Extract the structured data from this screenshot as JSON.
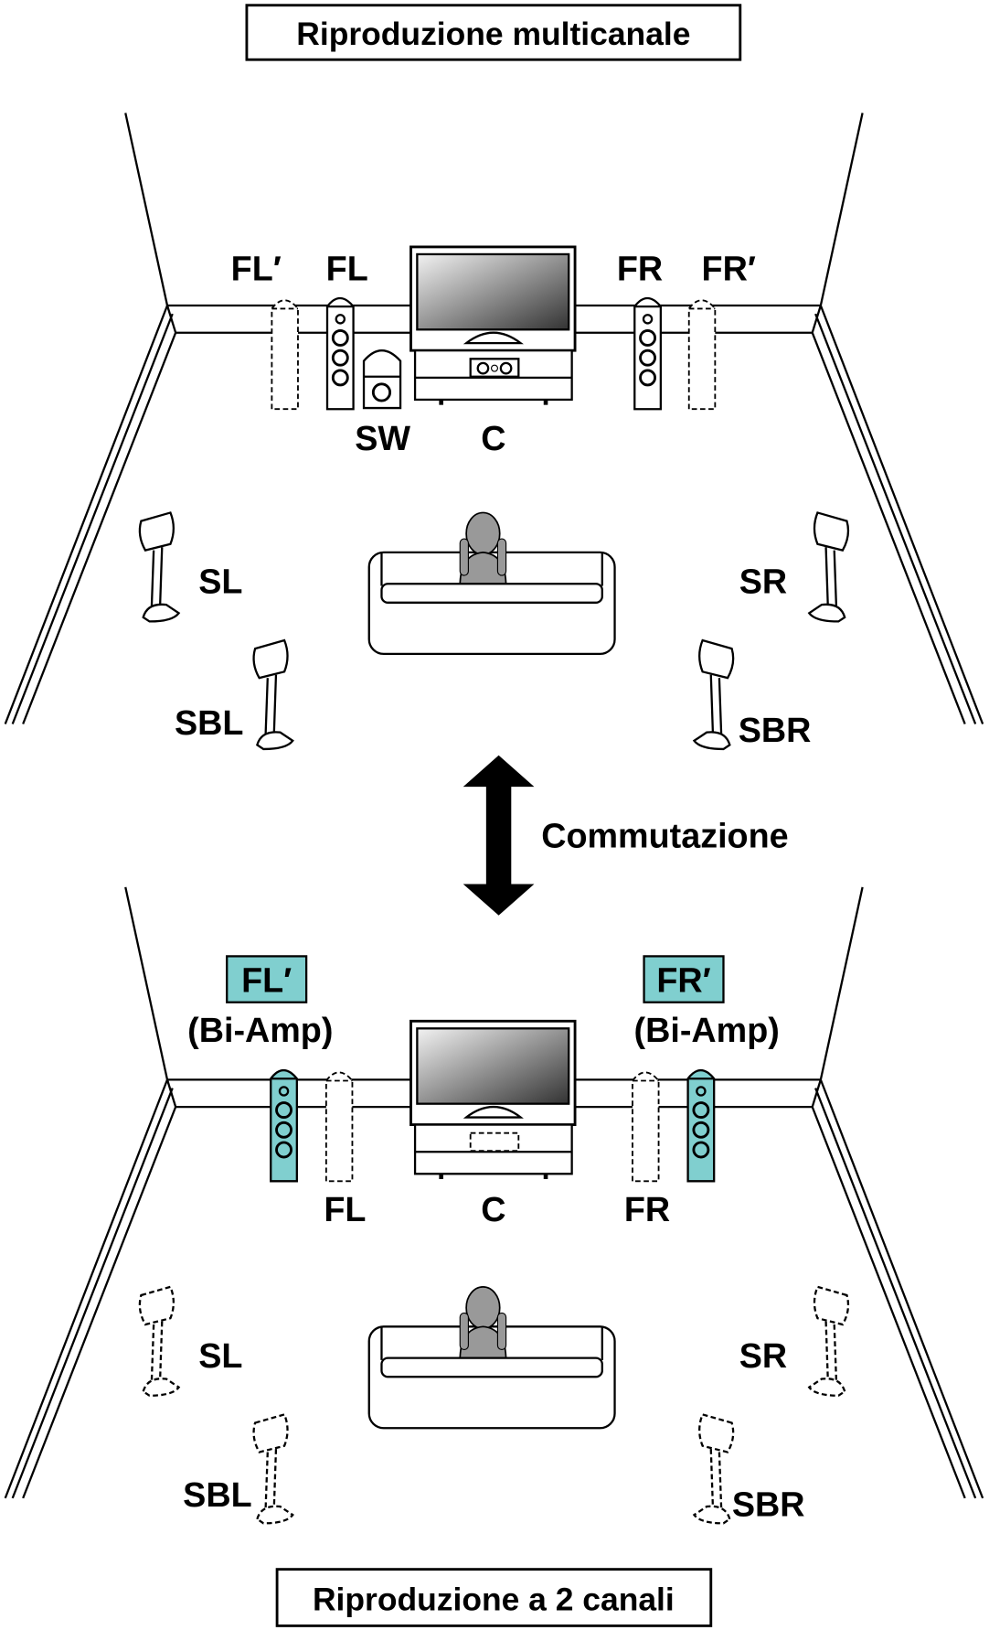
{
  "top_title": "Riproduzione multicanale",
  "bottom_title": "Riproduzione a 2 canali",
  "switch_label": "Commutazione",
  "multichannel": {
    "labels": {
      "fl_prime": "FL′",
      "fl": "FL",
      "fr": "FR",
      "fr_prime": "FR′",
      "sw": "SW",
      "c": "C",
      "sl": "SL",
      "sr": "SR",
      "sbl": "SBL",
      "sbr": "SBR"
    }
  },
  "two_channel": {
    "fl_prime": "FL′",
    "fr_prime": "FR′",
    "bi_amp": "(Bi-Amp)",
    "labels": {
      "fl": "FL",
      "c": "C",
      "fr": "FR",
      "sl": "SL",
      "sr": "SR",
      "sbl": "SBL",
      "sbr": "SBR"
    }
  },
  "colors": {
    "highlight": "#80cfcf",
    "person": "#999999"
  }
}
